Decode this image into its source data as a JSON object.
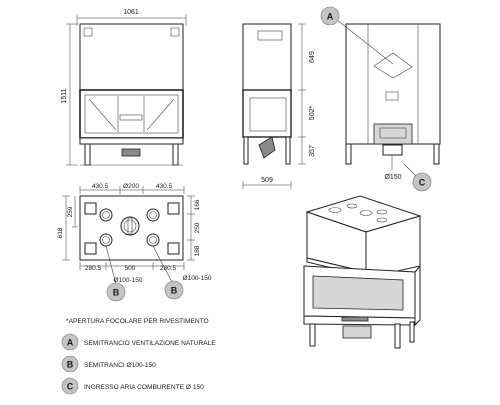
{
  "dimensions": {
    "front_width": "1061",
    "front_height": "1511",
    "side_depth": "509",
    "side_top": "649",
    "side_mid": "502*",
    "side_bottom": "357",
    "plan_left": "430.5",
    "plan_center": "Ø200",
    "plan_right": "430.5",
    "plan_depth": "618",
    "plan_offset": "259",
    "plan_r1": "166",
    "plan_r2": "250",
    "plan_r3": "188",
    "plan_b_left": "280.5",
    "plan_b_mid": "500",
    "plan_b_right": "280.5",
    "pipe_left": "Ø100-150",
    "pipe_right": "Ø100-150",
    "inlet": "Ø150"
  },
  "badges": {
    "A": "A",
    "B": "B",
    "C": "C"
  },
  "legend": {
    "note": "*APERTURA FOCOLARE PER RIVESTIMENTO",
    "items": [
      {
        "key": "A",
        "text": "SEMITRANCIO VENTILAZIONE NATURALE"
      },
      {
        "key": "B",
        "text": "SEMITRANCI Ø100-150"
      },
      {
        "key": "C",
        "text": "INGRESSO ARIA COMBURENTE Ø 150"
      }
    ]
  }
}
